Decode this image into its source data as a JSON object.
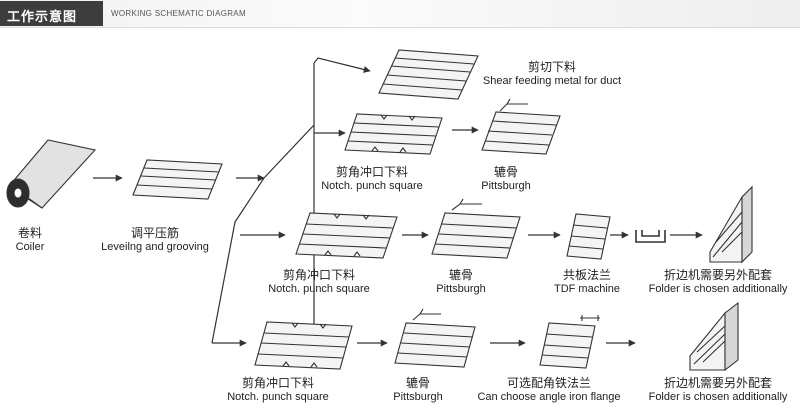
{
  "header": {
    "title_cn": "工作示意图",
    "title_en": "WORKING SCHEMATIC DIAGRAM"
  },
  "steps": {
    "coiler": {
      "cn": "卷料",
      "en": "Coiler"
    },
    "leveling": {
      "cn": "调平压筋",
      "en": "Leveilng and grooving"
    },
    "shear": {
      "cn": "剪切下料",
      "en": "Shear feeding metal for duct"
    },
    "notch1": {
      "cn": "剪角冲口下料",
      "en": "Notch. punch square"
    },
    "pitts1": {
      "cn": "辘骨",
      "en": "Pittsburgh"
    },
    "notch2": {
      "cn": "剪角冲口下料",
      "en": "Notch. punch square"
    },
    "pitts2": {
      "cn": "辘骨",
      "en": "Pittsburgh"
    },
    "tdf": {
      "cn": "共板法兰",
      "en": "TDF machine"
    },
    "folder1": {
      "cn": "折边机需要另外配套",
      "en": "Folder is chosen additionally"
    },
    "notch3": {
      "cn": "剪角冲口下料",
      "en": "Notch. punch square"
    },
    "pitts3": {
      "cn": "辘骨",
      "en": "Pittsburgh"
    },
    "angle": {
      "cn": "可选配角铁法兰",
      "en": "Can choose angle iron flange"
    },
    "folder2": {
      "cn": "折边机需要另外配套",
      "en": "Folder is chosen additionally"
    }
  }
}
